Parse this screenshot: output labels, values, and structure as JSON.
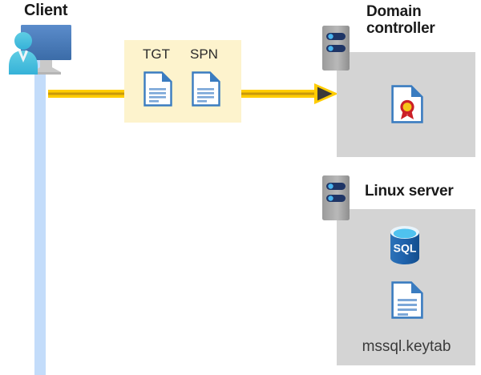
{
  "diagram": {
    "title_client": "Client",
    "title_domain_controller": "Domain controller",
    "title_linux_server": "Linux server",
    "message_box": {
      "ticket_label": "TGT",
      "spn_label": "SPN",
      "ticket_icon": "document-icon",
      "spn_icon": "document-icon",
      "background_color": "#fdf3cd"
    },
    "arrow": {
      "direction": "right",
      "line_color": "#ffcc00",
      "stripe_color": "#c8990c",
      "head_color": "#3a3a3a"
    },
    "client": {
      "icon": "user-workstation-icon",
      "lifeline_color": "#c3dcfa",
      "monitor_color": "#4e81c2",
      "person_color": "#41bde0"
    },
    "domain_controller": {
      "server_icon": "server-rack-icon",
      "panel_color": "#d4d4d4",
      "contents": [
        {
          "icon": "certificate-icon",
          "label": ""
        }
      ]
    },
    "linux_server": {
      "server_icon": "server-rack-icon",
      "panel_color": "#d4d4d4",
      "contents": [
        {
          "icon": "sql-database-icon",
          "label": "SQL"
        },
        {
          "icon": "document-icon",
          "label": "mssql.keytab"
        }
      ],
      "database_label": "SQL",
      "keytab_filename": "mssql.keytab"
    }
  }
}
